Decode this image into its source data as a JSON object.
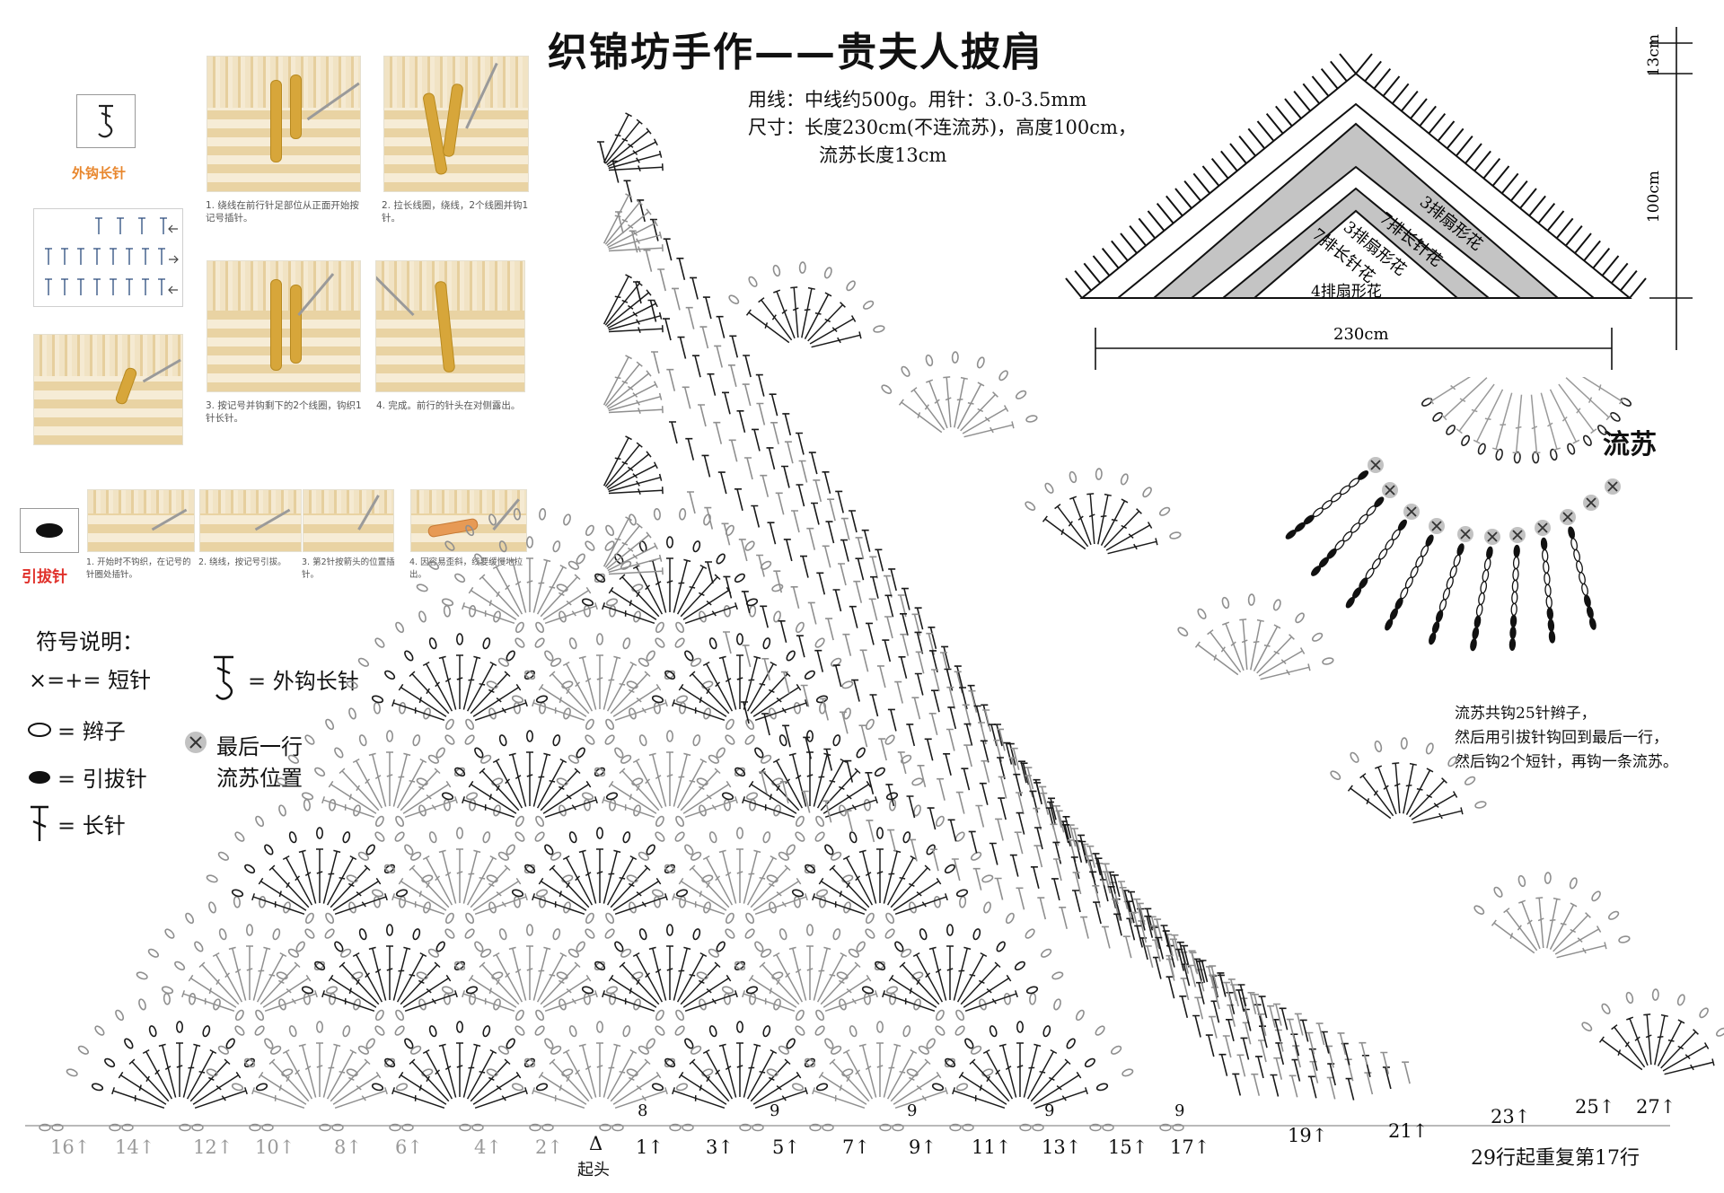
{
  "title": "织锦坊手作——贵夫人披肩",
  "specs": {
    "line1": "用线：中线约500g。用针：3.0-3.5mm",
    "line2": "尺寸：长度230cm(不连流苏)，高度100cm，",
    "line3": "流苏长度13cm"
  },
  "tutorial": {
    "fpdc": {
      "label": "外钩长针",
      "steps": [
        "1. 绕线在前行针足部位从正面开始按记号插针。",
        "2. 拉长线圈，绕线，2个线圈并钩1针。",
        "3. 按记号并钩剩下的2个线圈，钩织1针长针。",
        "4. 完成。前行的针头在对侧露出。"
      ]
    },
    "slip": {
      "label": "引拔针",
      "steps": [
        "1. 开始时不钩织，在记号的针圈处插针。",
        "2. 绕线，按记号引拔。",
        "3. 第2针按箭头的位置插针。",
        "4. 因容易歪斜，线要缓慢地拉出。"
      ]
    }
  },
  "legend": {
    "heading": "符号说明：",
    "sc": "×=+= 短针",
    "chain": "= 辫子",
    "slip": "= 引拔针",
    "dc": "= 长针",
    "fpdc": "= 外钩长针",
    "fringe_mark_line1": "最后一行",
    "fringe_mark_line2": "流苏位置"
  },
  "schematic": {
    "height_top": "13cm",
    "height_total": "100cm",
    "width": "230cm",
    "bands": [
      "3排扇形花",
      "7排长针花",
      "3排扇形花",
      "7排长针花",
      "4排扇形花"
    ]
  },
  "fringe": {
    "title": "流苏",
    "note_line1": "流苏共钩25针辫子，",
    "note_line2": "然后用引拔针钩回到最后一行，",
    "note_line3": "然后钩2个短针，再钩一条流苏。"
  },
  "rows": {
    "left": [
      "16↑",
      "14↑",
      "12↑",
      "10↑",
      "8↑",
      "6↑",
      "4↑",
      "2↑"
    ],
    "start_symbol": "Δ",
    "start_label": "起头",
    "right": [
      "1↑",
      "3↑",
      "5↑",
      "7↑",
      "9↑",
      "11↑",
      "13↑",
      "15↑",
      "17↑"
    ],
    "far_right": [
      "19↑",
      "21↑",
      "23↑",
      "25↑",
      "27↑"
    ],
    "repeat_note": "29行起重复第17行",
    "center_counts": [
      "8",
      "9",
      "9",
      "9",
      "9"
    ]
  },
  "colors": {
    "dark_stitch": "#1a1a1a",
    "light_stitch": "#8f8f8f",
    "band_grey": "#c4c4c4",
    "orange": "#e8862c",
    "red": "#e0302a",
    "yarn": "#d7a63a"
  }
}
